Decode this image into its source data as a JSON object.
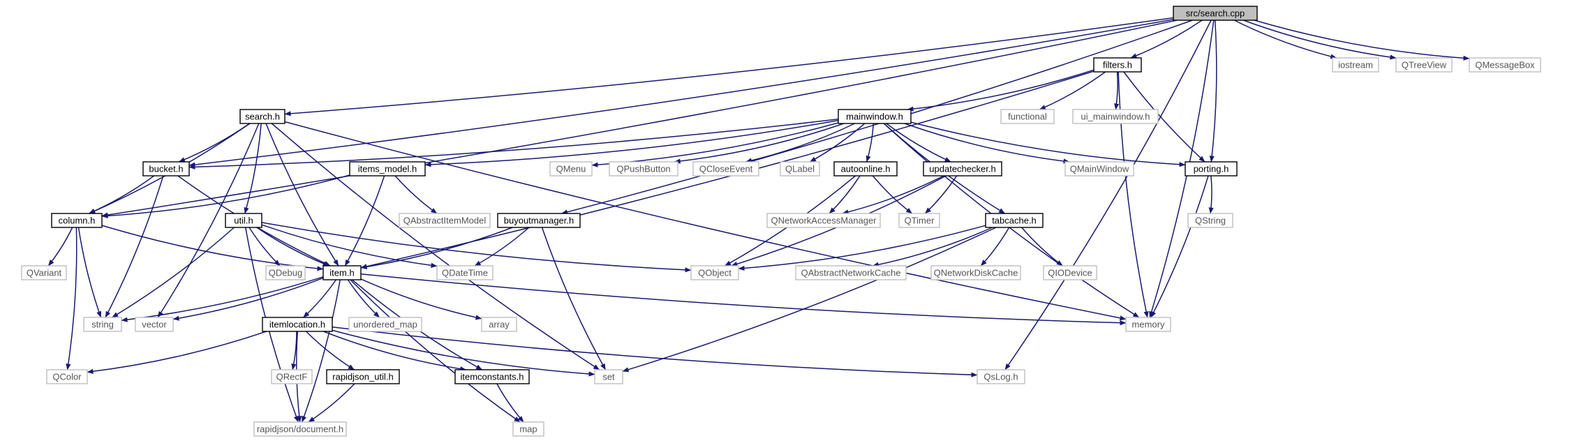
{
  "colors": {
    "edge": "#191970",
    "internal_border": "#000000",
    "external_border": "#bfbfbf",
    "root_fill": "#bfbfbf",
    "node_fill": "#ffffff",
    "external_text": "#555555"
  },
  "nodes": [
    {
      "id": "search_cpp",
      "label": "src/search.cpp",
      "kind": "root"
    },
    {
      "id": "filters_h",
      "label": "filters.h",
      "kind": "internal"
    },
    {
      "id": "iostream",
      "label": "iostream",
      "kind": "external"
    },
    {
      "id": "QTreeView",
      "label": "QTreeView",
      "kind": "external"
    },
    {
      "id": "QMessageBox",
      "label": "QMessageBox",
      "kind": "external"
    },
    {
      "id": "search_h",
      "label": "search.h",
      "kind": "internal"
    },
    {
      "id": "mainwindow_h",
      "label": "mainwindow.h",
      "kind": "internal"
    },
    {
      "id": "functional",
      "label": "functional",
      "kind": "external"
    },
    {
      "id": "ui_mainwindow_h",
      "label": "ui_mainwindow.h",
      "kind": "external"
    },
    {
      "id": "bucket_h",
      "label": "bucket.h",
      "kind": "internal"
    },
    {
      "id": "items_model_h",
      "label": "items_model.h",
      "kind": "internal"
    },
    {
      "id": "QMenu",
      "label": "QMenu",
      "kind": "external"
    },
    {
      "id": "QPushButton",
      "label": "QPushButton",
      "kind": "external"
    },
    {
      "id": "QCloseEvent",
      "label": "QCloseEvent",
      "kind": "external"
    },
    {
      "id": "QLabel",
      "label": "QLabel",
      "kind": "external"
    },
    {
      "id": "autoonline_h",
      "label": "autoonline.h",
      "kind": "internal"
    },
    {
      "id": "updatechecker_h",
      "label": "updatechecker.h",
      "kind": "internal"
    },
    {
      "id": "QMainWindow",
      "label": "QMainWindow",
      "kind": "external"
    },
    {
      "id": "porting_h",
      "label": "porting.h",
      "kind": "internal"
    },
    {
      "id": "column_h",
      "label": "column.h",
      "kind": "internal"
    },
    {
      "id": "util_h",
      "label": "util.h",
      "kind": "internal"
    },
    {
      "id": "QAbstractItemModel",
      "label": "QAbstractItemModel",
      "kind": "external"
    },
    {
      "id": "buyoutmanager_h",
      "label": "buyoutmanager.h",
      "kind": "internal"
    },
    {
      "id": "QNetworkAccessManager",
      "label": "QNetworkAccessManager",
      "kind": "external"
    },
    {
      "id": "QTimer",
      "label": "QTimer",
      "kind": "external"
    },
    {
      "id": "tabcache_h",
      "label": "tabcache.h",
      "kind": "internal"
    },
    {
      "id": "QString",
      "label": "QString",
      "kind": "external"
    },
    {
      "id": "QVariant",
      "label": "QVariant",
      "kind": "external"
    },
    {
      "id": "QDebug",
      "label": "QDebug",
      "kind": "external"
    },
    {
      "id": "item_h",
      "label": "item.h",
      "kind": "internal"
    },
    {
      "id": "QDateTime",
      "label": "QDateTime",
      "kind": "external"
    },
    {
      "id": "QObject",
      "label": "QObject",
      "kind": "external"
    },
    {
      "id": "QAbstractNetworkCache",
      "label": "QAbstractNetworkCache",
      "kind": "external"
    },
    {
      "id": "QNetworkDiskCache",
      "label": "QNetworkDiskCache",
      "kind": "external"
    },
    {
      "id": "QIODevice",
      "label": "QIODevice",
      "kind": "external"
    },
    {
      "id": "string",
      "label": "string",
      "kind": "external"
    },
    {
      "id": "vector",
      "label": "vector",
      "kind": "external"
    },
    {
      "id": "unordered_map",
      "label": "unordered_map",
      "kind": "external"
    },
    {
      "id": "array",
      "label": "array",
      "kind": "external"
    },
    {
      "id": "memory",
      "label": "memory",
      "kind": "external"
    },
    {
      "id": "itemlocation_h",
      "label": "itemlocation.h",
      "kind": "internal"
    },
    {
      "id": "QColor",
      "label": "QColor",
      "kind": "external"
    },
    {
      "id": "QRectF",
      "label": "QRectF",
      "kind": "external"
    },
    {
      "id": "rapidjson_util_h",
      "label": "rapidjson_util.h",
      "kind": "internal"
    },
    {
      "id": "itemconstants_h",
      "label": "itemconstants.h",
      "kind": "internal"
    },
    {
      "id": "set",
      "label": "set",
      "kind": "external"
    },
    {
      "id": "QsLog_h",
      "label": "QsLog.h",
      "kind": "external"
    },
    {
      "id": "rapidjson_document_h",
      "label": "rapidjson/document.h",
      "kind": "external"
    },
    {
      "id": "map",
      "label": "map",
      "kind": "external"
    }
  ],
  "edges": [
    [
      "search_cpp",
      "filters_h"
    ],
    [
      "search_cpp",
      "iostream"
    ],
    [
      "search_cpp",
      "QTreeView"
    ],
    [
      "search_cpp",
      "QMessageBox"
    ],
    [
      "search_cpp",
      "search_h"
    ],
    [
      "search_cpp",
      "bucket_h"
    ],
    [
      "search_cpp",
      "column_h"
    ],
    [
      "search_cpp",
      "buyoutmanager_h"
    ],
    [
      "search_cpp",
      "porting_h"
    ],
    [
      "search_cpp",
      "memory"
    ],
    [
      "search_cpp",
      "QsLog_h"
    ],
    [
      "filters_h",
      "mainwindow_h"
    ],
    [
      "filters_h",
      "functional"
    ],
    [
      "filters_h",
      "ui_mainwindow_h"
    ],
    [
      "filters_h",
      "porting_h"
    ],
    [
      "filters_h",
      "memory"
    ],
    [
      "filters_h",
      "item_h"
    ],
    [
      "search_h",
      "bucket_h"
    ],
    [
      "search_h",
      "column_h"
    ],
    [
      "search_h",
      "util_h"
    ],
    [
      "search_h",
      "item_h"
    ],
    [
      "search_h",
      "vector"
    ],
    [
      "search_h",
      "set"
    ],
    [
      "search_h",
      "memory"
    ],
    [
      "mainwindow_h",
      "bucket_h"
    ],
    [
      "mainwindow_h",
      "items_model_h"
    ],
    [
      "mainwindow_h",
      "QMenu"
    ],
    [
      "mainwindow_h",
      "QPushButton"
    ],
    [
      "mainwindow_h",
      "QCloseEvent"
    ],
    [
      "mainwindow_h",
      "QLabel"
    ],
    [
      "mainwindow_h",
      "autoonline_h"
    ],
    [
      "mainwindow_h",
      "updatechecker_h"
    ],
    [
      "mainwindow_h",
      "QMainWindow"
    ],
    [
      "mainwindow_h",
      "porting_h"
    ],
    [
      "mainwindow_h",
      "tabcache_h"
    ],
    [
      "mainwindow_h",
      "memory"
    ],
    [
      "bucket_h",
      "column_h"
    ],
    [
      "bucket_h",
      "item_h"
    ],
    [
      "bucket_h",
      "string"
    ],
    [
      "items_model_h",
      "column_h"
    ],
    [
      "items_model_h",
      "item_h"
    ],
    [
      "items_model_h",
      "QAbstractItemModel"
    ],
    [
      "autoonline_h",
      "QNetworkAccessManager"
    ],
    [
      "autoonline_h",
      "QTimer"
    ],
    [
      "autoonline_h",
      "QObject"
    ],
    [
      "updatechecker_h",
      "QNetworkAccessManager"
    ],
    [
      "updatechecker_h",
      "QTimer"
    ],
    [
      "updatechecker_h",
      "QObject"
    ],
    [
      "porting_h",
      "QString"
    ],
    [
      "porting_h",
      "memory"
    ],
    [
      "column_h",
      "QVariant"
    ],
    [
      "column_h",
      "item_h"
    ],
    [
      "column_h",
      "string"
    ],
    [
      "column_h",
      "QColor"
    ],
    [
      "util_h",
      "QDebug"
    ],
    [
      "util_h",
      "item_h"
    ],
    [
      "util_h",
      "QDateTime"
    ],
    [
      "util_h",
      "QObject"
    ],
    [
      "util_h",
      "string"
    ],
    [
      "util_h",
      "rapidjson_document_h"
    ],
    [
      "buyoutmanager_h",
      "item_h"
    ],
    [
      "buyoutmanager_h",
      "QDateTime"
    ],
    [
      "buyoutmanager_h",
      "set"
    ],
    [
      "tabcache_h",
      "QObject"
    ],
    [
      "tabcache_h",
      "QAbstractNetworkCache"
    ],
    [
      "tabcache_h",
      "QNetworkDiskCache"
    ],
    [
      "tabcache_h",
      "QIODevice"
    ],
    [
      "tabcache_h",
      "set"
    ],
    [
      "item_h",
      "string"
    ],
    [
      "item_h",
      "vector"
    ],
    [
      "item_h",
      "unordered_map"
    ],
    [
      "item_h",
      "array"
    ],
    [
      "item_h",
      "memory"
    ],
    [
      "item_h",
      "itemlocation_h"
    ],
    [
      "item_h",
      "itemconstants_h"
    ],
    [
      "item_h",
      "map"
    ],
    [
      "item_h",
      "rapidjson_document_h"
    ],
    [
      "itemlocation_h",
      "QColor"
    ],
    [
      "itemlocation_h",
      "QRectF"
    ],
    [
      "itemlocation_h",
      "rapidjson_util_h"
    ],
    [
      "itemlocation_h",
      "itemconstants_h"
    ],
    [
      "itemlocation_h",
      "set"
    ],
    [
      "itemlocation_h",
      "QsLog_h"
    ],
    [
      "itemlocation_h",
      "rapidjson_document_h"
    ],
    [
      "rapidjson_util_h",
      "rapidjson_document_h"
    ],
    [
      "itemconstants_h",
      "map"
    ]
  ]
}
